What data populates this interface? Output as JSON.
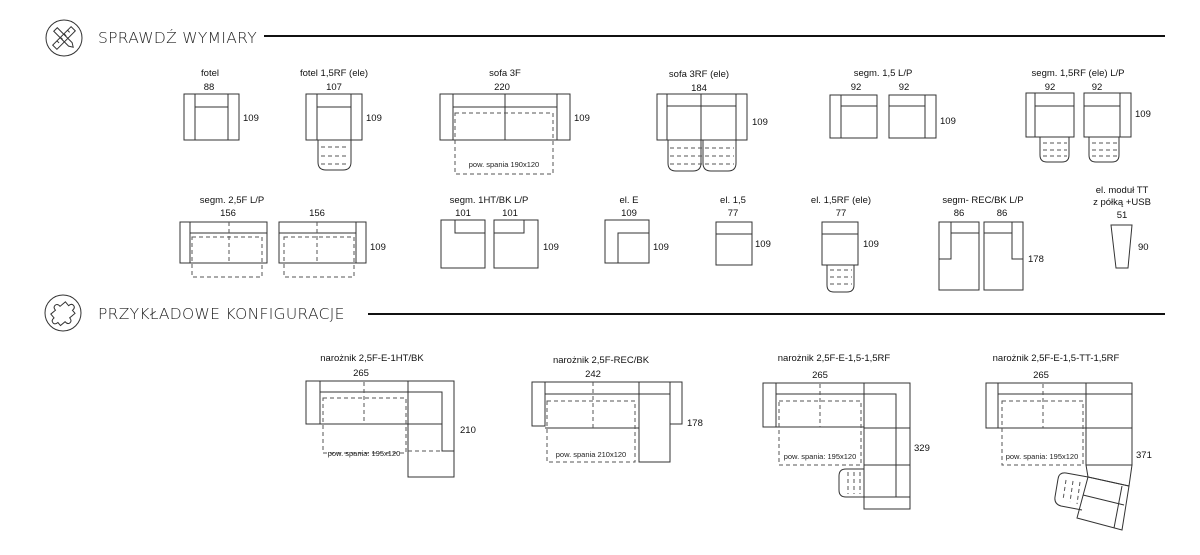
{
  "sections": [
    {
      "title": "SPRAWDŹ WYMIARY",
      "icon": "ruler-pencil-icon"
    },
    {
      "title": "PRZYKŁADOWE KONFIGURACJE",
      "icon": "puzzle-icon"
    }
  ],
  "elements": [
    {
      "label": "fotel",
      "widths": [
        "88"
      ],
      "depth": "109"
    },
    {
      "label": "fotel 1,5RF (ele)",
      "widths": [
        "107"
      ],
      "depth": "109"
    },
    {
      "label": "sofa 3F",
      "widths": [
        "220"
      ],
      "depth": "109",
      "sleep": "pow. spania 190x120"
    },
    {
      "label": "sofa 3RF (ele)",
      "widths": [
        "184"
      ],
      "depth": "109"
    },
    {
      "label": "segm. 1,5 L/P",
      "widths": [
        "92",
        "92"
      ],
      "depth": "109"
    },
    {
      "label": "segm. 1,5RF (ele) L/P",
      "widths": [
        "92",
        "92"
      ],
      "depth": "109"
    },
    {
      "label": "segm. 2,5F L/P",
      "widths": [
        "156",
        "156"
      ],
      "depth": "109"
    },
    {
      "label": "segm. 1HT/BK L/P",
      "widths": [
        "101",
        "101"
      ],
      "depth": "109"
    },
    {
      "label": "el. E",
      "widths": [
        "109"
      ],
      "depth": "109"
    },
    {
      "label": "el. 1,5",
      "widths": [
        "77"
      ],
      "depth": "109"
    },
    {
      "label": "el. 1,5RF (ele)",
      "widths": [
        "77"
      ],
      "depth": "109"
    },
    {
      "label": "segm- REC/BK L/P",
      "widths": [
        "86",
        "86"
      ],
      "depth": "178"
    },
    {
      "label": "el. moduł TT",
      "label2": "z półką +USB",
      "widths": [
        "51"
      ],
      "depth": "90"
    }
  ],
  "configs": [
    {
      "label": "narożnik 2,5F-E-1HT/BK",
      "width": "265",
      "depth": "210",
      "sleep": "pow. spania: 195x120"
    },
    {
      "label": "narożnik 2,5F-REC/BK",
      "width": "242",
      "depth": "178",
      "sleep": "pow. spania 210x120"
    },
    {
      "label": "narożnik 2,5F-E-1,5-1,5RF",
      "width": "265",
      "depth": "329",
      "sleep": "pow. spania: 195x120"
    },
    {
      "label": "narożnik 2,5F-E-1,5-TT-1,5RF",
      "width": "265",
      "depth": "371",
      "sleep": "pow. spania: 195x120"
    }
  ]
}
